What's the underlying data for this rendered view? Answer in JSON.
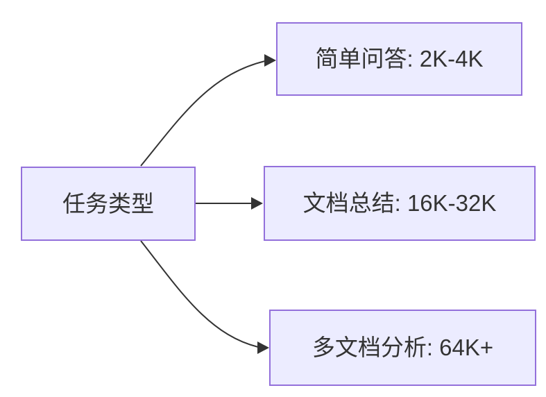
{
  "diagram": {
    "type": "flowchart",
    "direction": "left-to-right",
    "nodes": [
      {
        "id": "task-type",
        "label": "任务类型"
      },
      {
        "id": "simple-qa",
        "label": "简单问答: 2K-4K"
      },
      {
        "id": "doc-summary",
        "label": "文档总结: 16K-32K"
      },
      {
        "id": "multi-doc",
        "label": "多文档分析: 64K+"
      }
    ],
    "edges": [
      {
        "from": "任务类型",
        "to": "简单问答: 2K-4K"
      },
      {
        "from": "任务类型",
        "to": "文档总结: 16K-32K"
      },
      {
        "from": "任务类型",
        "to": "多文档分析: 64K+"
      }
    ],
    "colors": {
      "node_fill": "#ECECFF",
      "node_border": "#9370DB",
      "edge_stroke": "#333333",
      "label_text": "#333333",
      "background": "#FFFFFF"
    }
  }
}
